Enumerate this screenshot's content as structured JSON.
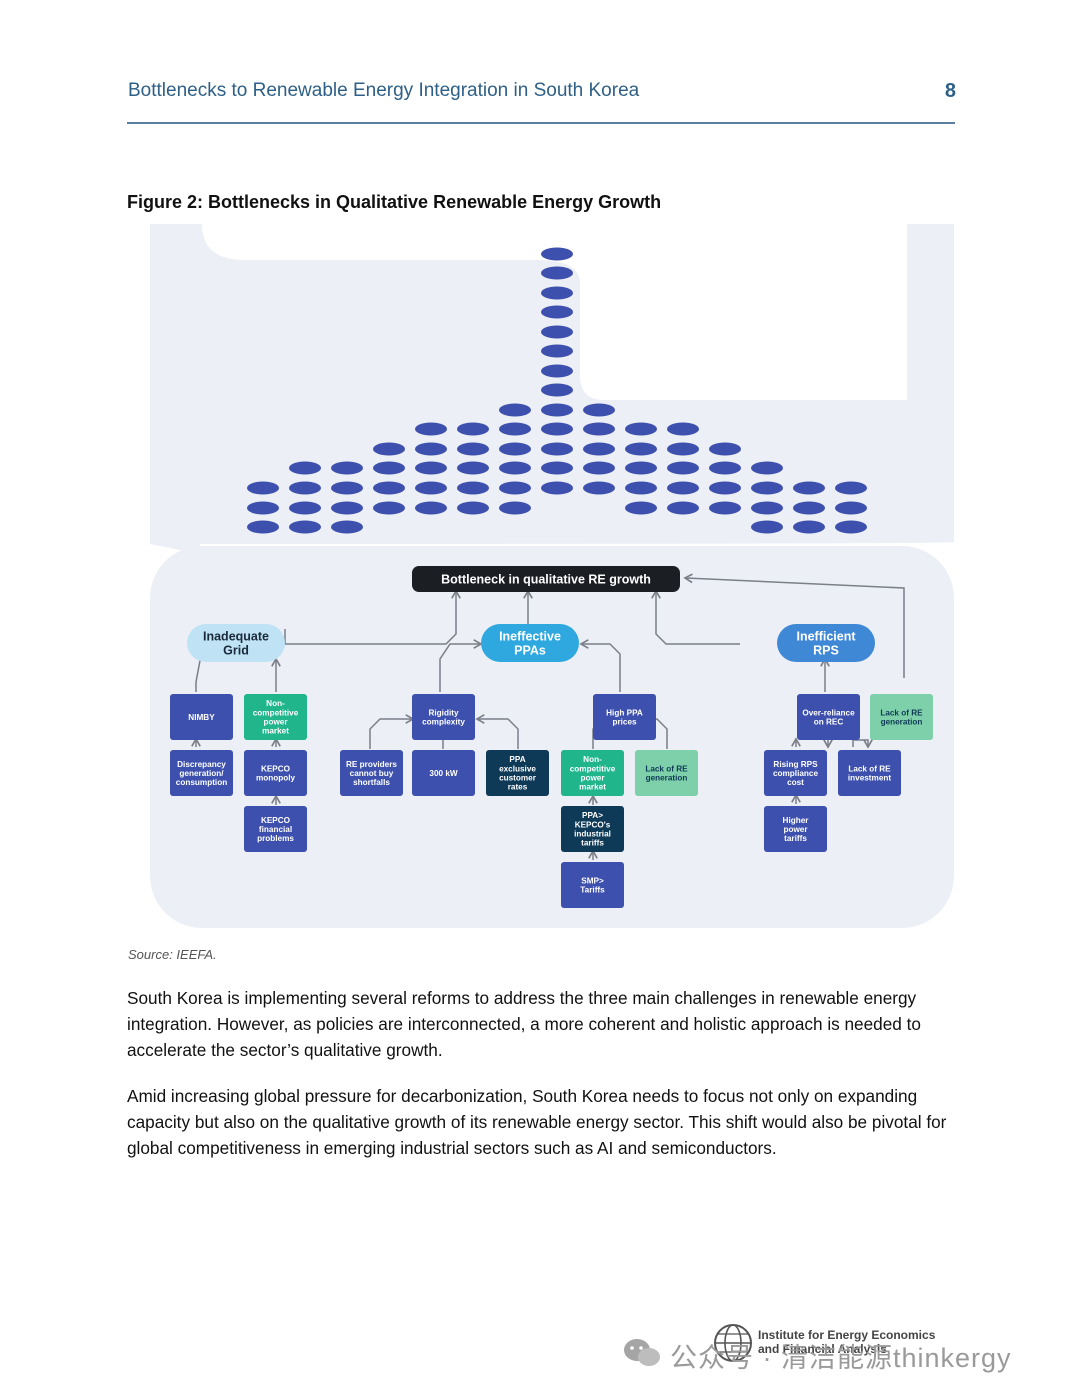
{
  "header": {
    "title": "Bottlenecks to Renewable Energy Integration in South Korea",
    "page_number": "8"
  },
  "figure": {
    "title": "Figure 2: Bottlenecks in Qualitative Renewable Energy Growth",
    "source": "Source: IEEFA.",
    "top_node": "Bottleneck in qualitative RE growth",
    "categories": {
      "grid": [
        "Inadequate",
        "Grid"
      ],
      "ppas": [
        "Ineffective",
        "PPAs"
      ],
      "rps": [
        "Inefficient",
        "RPS"
      ]
    },
    "nodes": {
      "nimby": [
        "NIMBY"
      ],
      "noncomp_grid": [
        "Non-",
        "competitive",
        "power",
        "market"
      ],
      "discrepancy": [
        "Discrepancy",
        "generation/",
        "consumption"
      ],
      "kepco_monopoly": [
        "KEPCO",
        "monopoly"
      ],
      "kepco_fin": [
        "KEPCO",
        "financial",
        "problems"
      ],
      "rigidity": [
        "Rigidity",
        "complexity"
      ],
      "re_providers": [
        "RE providers",
        "cannot buy",
        "shortfalls"
      ],
      "kw300": [
        "300 kW"
      ],
      "ppa_exclusive": [
        "PPA",
        "exclusive",
        "customer",
        "rates"
      ],
      "high_ppa": [
        "High PPA",
        "prices"
      ],
      "noncomp_ppa": [
        "Non-",
        "competitive",
        "power",
        "market"
      ],
      "lack_re_gen_ppa": [
        "Lack of RE",
        "generation"
      ],
      "ppa_kepco": [
        "PPA>",
        "KEPCO's",
        "industrial",
        "tariffs"
      ],
      "smp": [
        "SMP>",
        "Tariffs"
      ],
      "overreliance": [
        "Over-reliance",
        "on REC"
      ],
      "lack_re_gen_rps": [
        "Lack of RE",
        "generation"
      ],
      "rising_rps": [
        "Rising RPS",
        "compliance",
        "cost"
      ],
      "lack_re_inv": [
        "Lack of RE",
        "investment"
      ],
      "higher_power": [
        "Higher",
        "power",
        "tariffs"
      ]
    },
    "colors": {
      "panel": "#eceff6",
      "dot": "#3d50ad",
      "node_navy": "#3d50ad",
      "node_dark": "#0f3a57",
      "node_green": "#21b58c",
      "node_mint": "#7dd0a9",
      "top_node": "#1b1f24",
      "cat_grid": "#bfe3f5",
      "cat_ppas": "#2fa8e0",
      "cat_rps": "#3f88d6",
      "arrow": "#7a7f88"
    }
  },
  "body": {
    "paragraph_1": "South Korea is implementing several reforms to address the three main challenges in renewable energy integration. However, as policies are interconnected, a more coherent and holistic approach is needed to accelerate the sector’s qualitative growth.",
    "paragraph_2": "Amid increasing global pressure for decarbonization, South Korea needs to focus not only on expanding capacity but also on the qualitative growth of its renewable energy sector. This shift would also be pivotal for global competitiveness in emerging industrial sectors such as AI and semiconductors."
  },
  "footer": {
    "logo_line_1": "Institute for Energy Economics",
    "logo_line_2": "and Financial Analysis",
    "watermark": "公众号 · 清洁能源thinkergy"
  }
}
